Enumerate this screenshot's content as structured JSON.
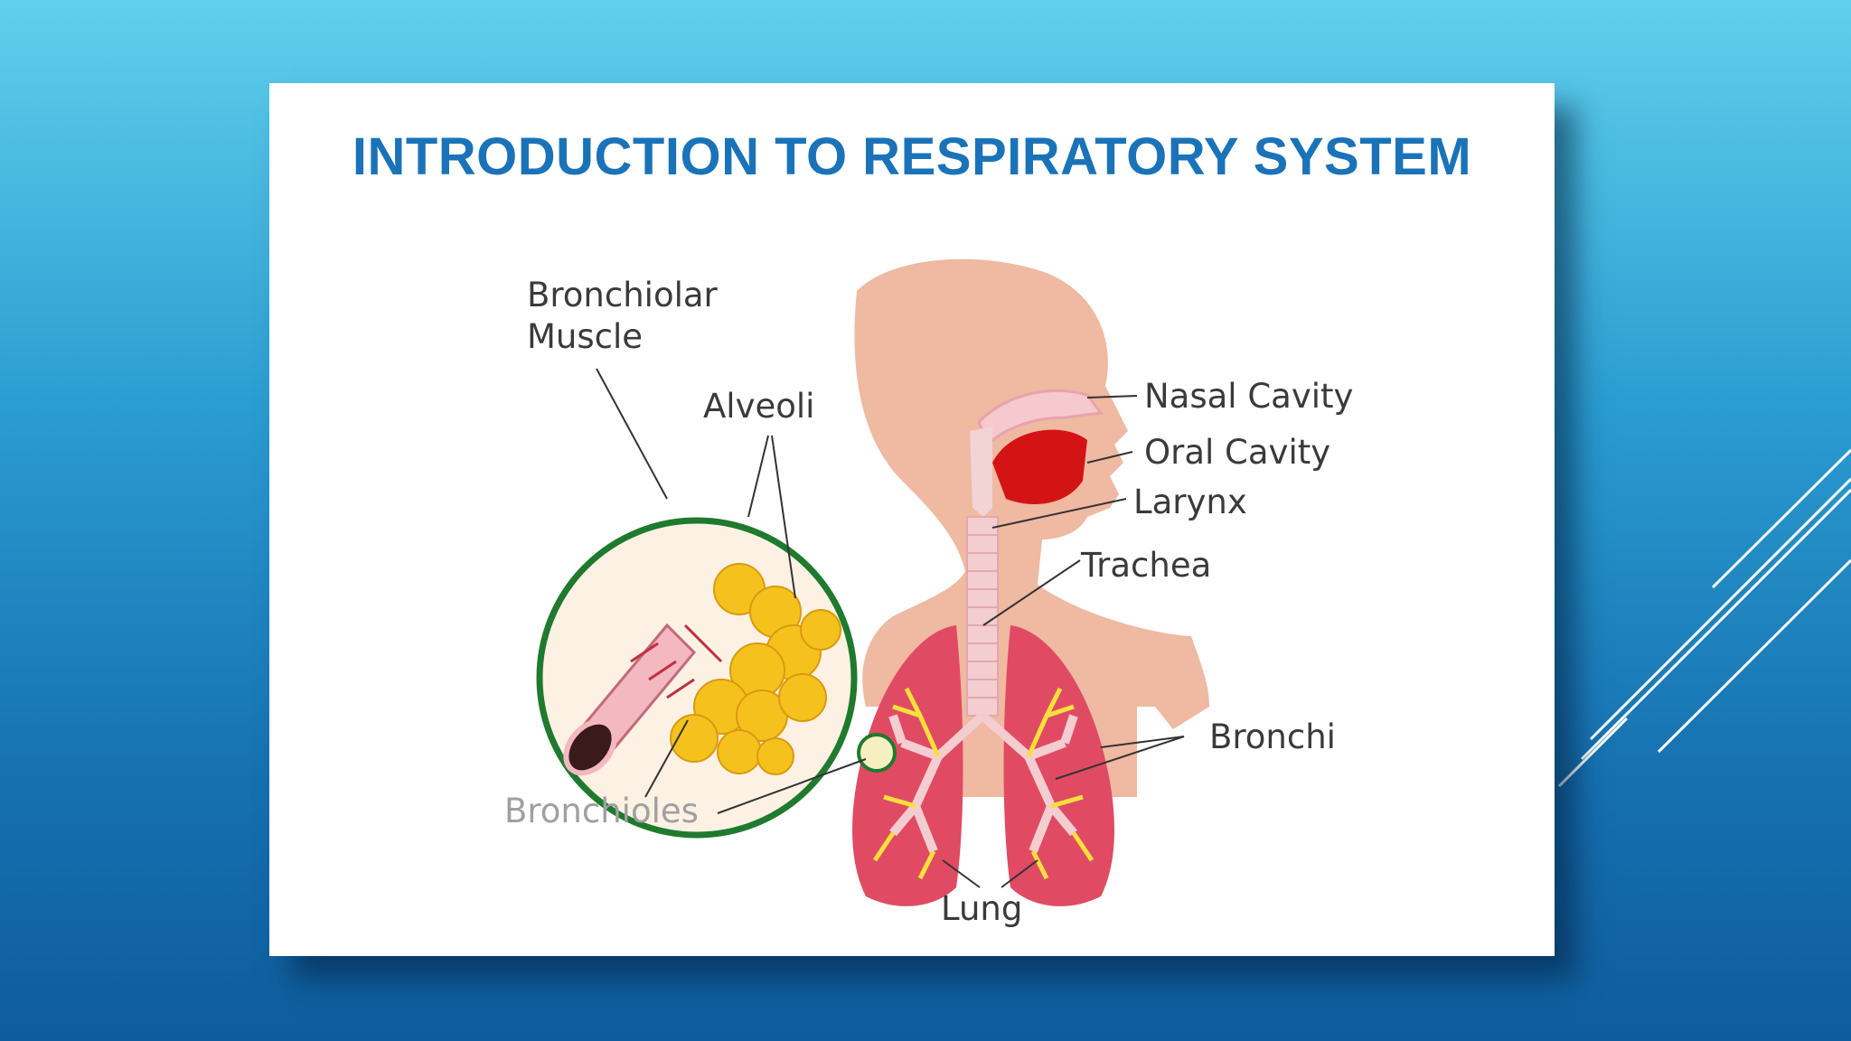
{
  "slide": {
    "title": "INTRODUCTION TO RESPIRATORY SYSTEM"
  },
  "diagram": {
    "labels": {
      "bronchiolar_muscle_1": "Bronchiolar",
      "bronchiolar_muscle_2": "Muscle",
      "alveoli": "Alveoli",
      "bronchioles": "Bronchioles",
      "nasal_cavity": "Nasal Cavity",
      "oral_cavity": "Oral Cavity",
      "larynx": "Larynx",
      "trachea": "Trachea",
      "bronchi": "Bronchi",
      "lung": "Lung"
    }
  },
  "colors": {
    "title": "#1a73b8",
    "background_top": "#5fd0ec",
    "background_bottom": "#0f5c9c",
    "skin": "#efb9a2",
    "lung": "#e04b63",
    "bronchi": "#f7e03c",
    "circle": "#1f7a2e"
  }
}
